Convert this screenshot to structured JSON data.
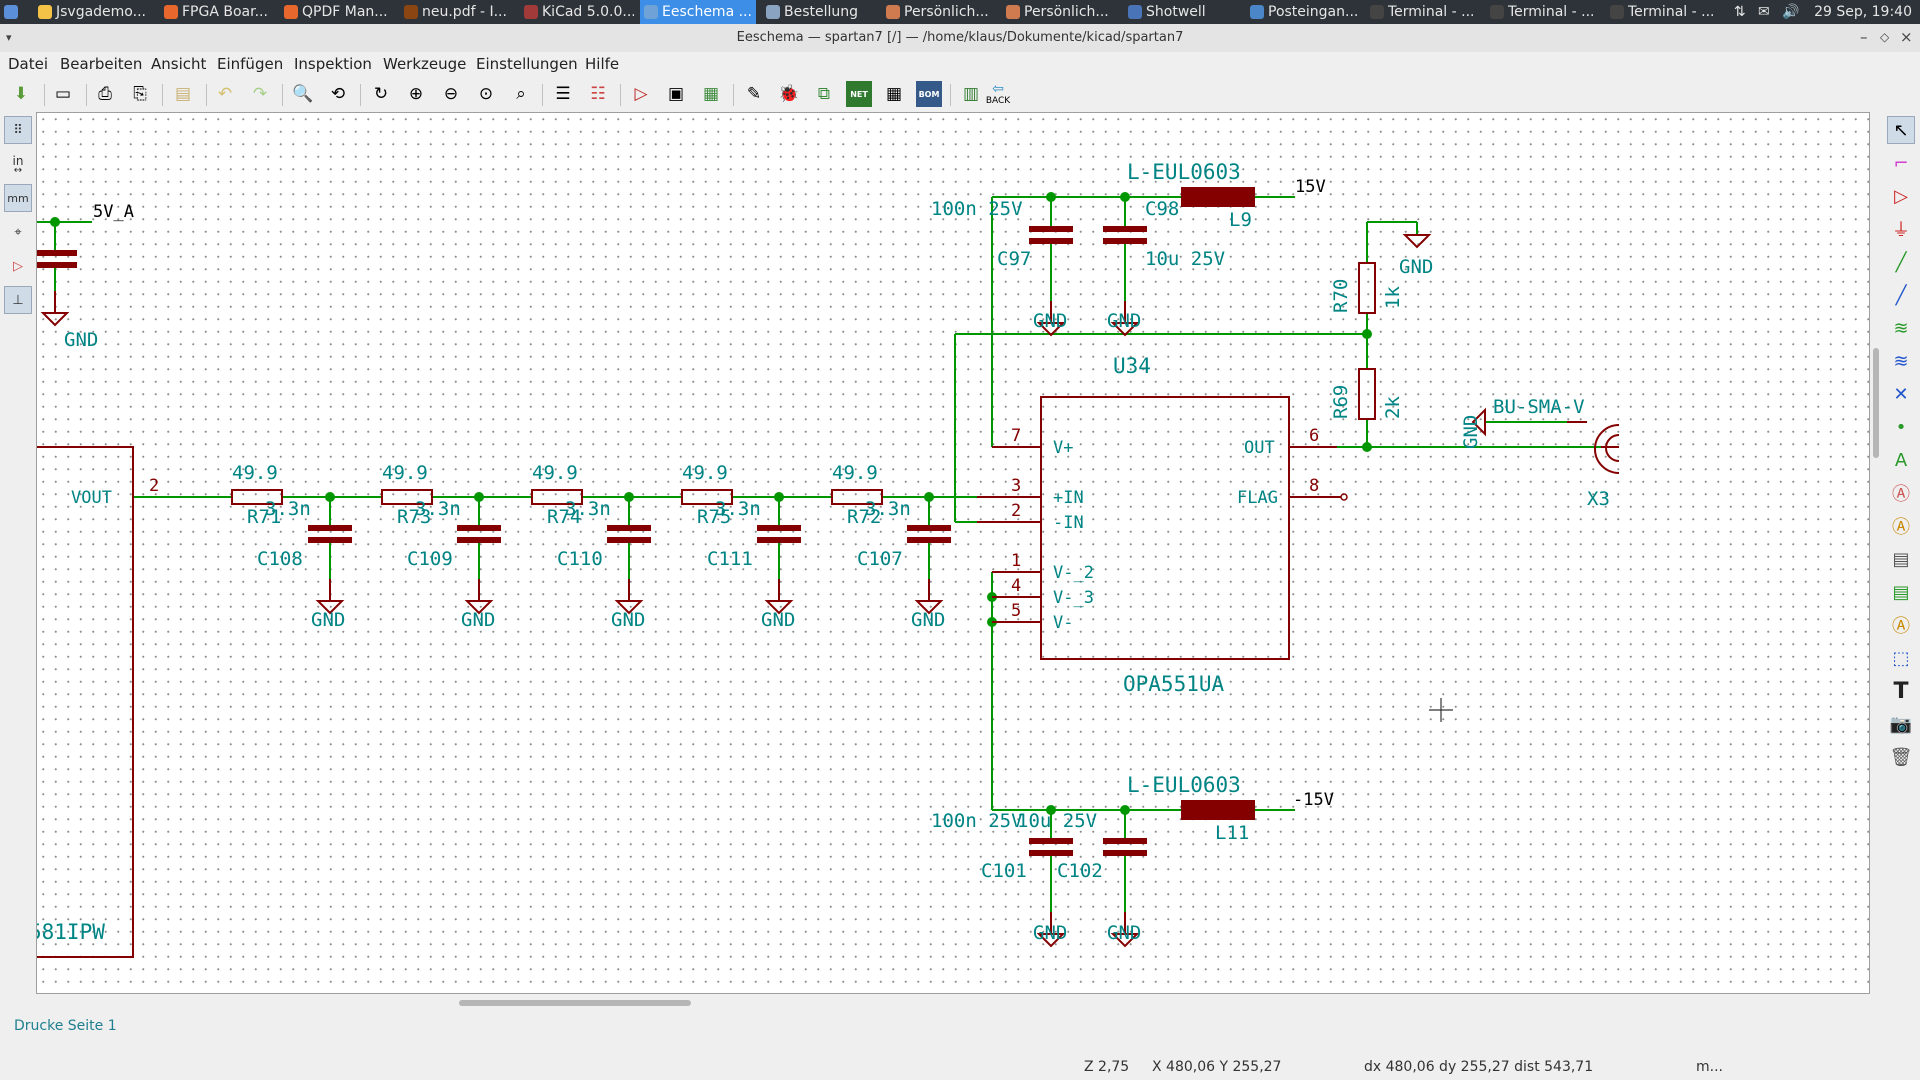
{
  "taskbar": {
    "tasks": [
      {
        "label": "Jsvgademo...",
        "color": "#f3c246"
      },
      {
        "label": "FPGA Boar...",
        "color": "#e8672c"
      },
      {
        "label": "QPDF Man...",
        "color": "#e8672c"
      },
      {
        "label": "neu.pdf - I...",
        "color": "#8b4513"
      },
      {
        "label": "KiCad 5.0.0...",
        "color": "#a33a3a"
      },
      {
        "label": "Eeschema ...",
        "color": "#6fa3d8"
      },
      {
        "label": "Bestellung",
        "color": "#8aa3c0"
      },
      {
        "label": "Persönlich...",
        "color": "#d07a50"
      },
      {
        "label": "Persönlich...",
        "color": "#d07a50"
      },
      {
        "label": "Shotwell",
        "color": "#4a74b8"
      },
      {
        "label": "Posteingan...",
        "color": "#4a86c8"
      },
      {
        "label": "Terminal - ...",
        "color": "#444444"
      },
      {
        "label": "Terminal - ...",
        "color": "#444444"
      },
      {
        "label": "Terminal - ...",
        "color": "#444444"
      }
    ],
    "clock": "29 Sep, 19:40"
  },
  "window": {
    "title": "Eeschema — spartan7 [/] — /home/klaus/Dokumente/kicad/spartan7"
  },
  "menubar": [
    "Datei",
    "Bearbeiten",
    "Ansicht",
    "Einfügen",
    "Inspektion",
    "Werkzeuge",
    "Einstellungen",
    "Hilfe"
  ],
  "toolbar": {
    "back_label": "BACK",
    "net_label": "NET",
    "bom_label": "BOM"
  },
  "left_toolbar": {
    "in_label": "in",
    "mm_label": "mm"
  },
  "schematic": {
    "net_5v": "5V_A",
    "gnd": "GND",
    "vout_pin": "VOUT",
    "vout_pin_num": "2",
    "part_ref_cut": "581IPW",
    "ladder": [
      {
        "r_ref": "R71",
        "r_val": "49.9",
        "c_ref": "C108",
        "c_val": "3.3n"
      },
      {
        "r_ref": "R73",
        "r_val": "49.9",
        "c_ref": "C109",
        "c_val": "3.3n"
      },
      {
        "r_ref": "R74",
        "r_val": "49.9",
        "c_ref": "C110",
        "c_val": "3.3n"
      },
      {
        "r_ref": "R75",
        "r_val": "49.9",
        "c_ref": "C111",
        "c_val": "3.3n"
      },
      {
        "r_ref": "R72",
        "r_val": "49.9",
        "c_ref": "C107",
        "c_val": "3.3n"
      }
    ],
    "opamp": {
      "ref": "U34",
      "value": "OPA551UA",
      "pins": [
        {
          "name": "V+",
          "num": "7"
        },
        {
          "name": "+IN",
          "num": "3"
        },
        {
          "name": "-IN",
          "num": "2"
        },
        {
          "name": "V-_2",
          "num": "1"
        },
        {
          "name": "V-_3",
          "num": "4"
        },
        {
          "name": "V-",
          "num": "5"
        },
        {
          "name": "OUT",
          "num": "6"
        },
        {
          "name": "FLAG",
          "num": "8"
        }
      ]
    },
    "top_supply": {
      "inductor_val": "L-EUL0603",
      "inductor_ref": "L9",
      "net": "15V",
      "c1_ref": "C97",
      "c1_val": "100n 25V",
      "c2_ref": "C98",
      "c2_val": "10u 25V"
    },
    "bottom_supply": {
      "inductor_val": "L-EUL0603",
      "inductor_ref": "L11",
      "net": "-15V",
      "c1_ref": "C101",
      "c1_val": "100n 25V",
      "c2_ref": "C102",
      "c2_val": "10u 25V"
    },
    "feedback": [
      {
        "ref": "R70",
        "val": "1k"
      },
      {
        "ref": "R69",
        "val": "2k"
      }
    ],
    "connector": {
      "ref": "X3",
      "value": "BU-SMA-V"
    }
  },
  "message_panel": {
    "text": "Drucke Seite 1"
  },
  "statusbar": {
    "zoom": "Z 2,75",
    "cursor": "X 480,06  Y 255,27",
    "delta": "dx 480,06  dy 255,27  dist 543,71",
    "units": "m..."
  },
  "colors": {
    "wire": "#009600",
    "symbol": "#840000",
    "field": "#008484",
    "pin": "#840000",
    "junction": "#009600",
    "active_task": "#3d8ee6"
  }
}
